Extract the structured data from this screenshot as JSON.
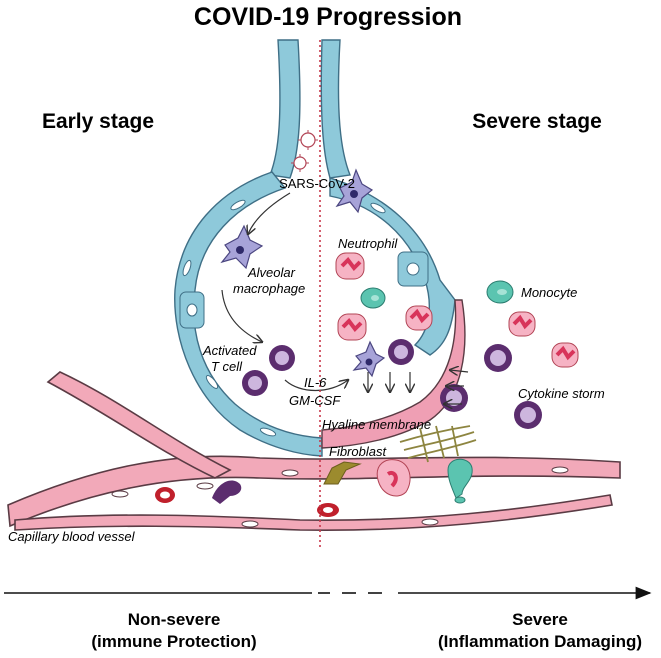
{
  "title": "COVID-19 Progression",
  "stages": {
    "early": "Early stage",
    "severe": "Severe stage"
  },
  "labels": {
    "virus": "SARS-CoV-2",
    "alveolar_macrophage_1": "Alveolar",
    "alveolar_macrophage_2": "macrophage",
    "activated_t_cell_1": "Activated",
    "activated_t_cell_2": "T cell",
    "il6": "IL-6",
    "gmcsf": "GM-CSF",
    "neutrophil": "Neutrophil",
    "monocyte": "Monocyte",
    "cytokine_storm": "Cytokine storm",
    "hyaline_membrane": "Hyaline membrane",
    "fibroblast": "Fibroblast",
    "capillary": "Capillary blood vessel"
  },
  "outcomes": {
    "non_severe_1": "Non-severe",
    "non_severe_2": "(immune Protection)",
    "severe_1": "Severe",
    "severe_2": "(Inflammation Damaging)"
  },
  "colors": {
    "epithelium": "#8ec9da",
    "epithelium_stroke": "#3f6f86",
    "vessel": "#f2a9b9",
    "vessel_stroke": "#5a3b44",
    "rbc": "#c0202c",
    "macrophage": "#a7a3d8",
    "t_cell": "#5b2d6e",
    "neutrophil": "#f6b3c4",
    "neutrophil_nucleus": "#d8345a",
    "monocyte": "#5bc4b0",
    "hyaline": "#ef9fb4",
    "fibroblast": "#9c8b2e",
    "divider": "#c8374a"
  }
}
